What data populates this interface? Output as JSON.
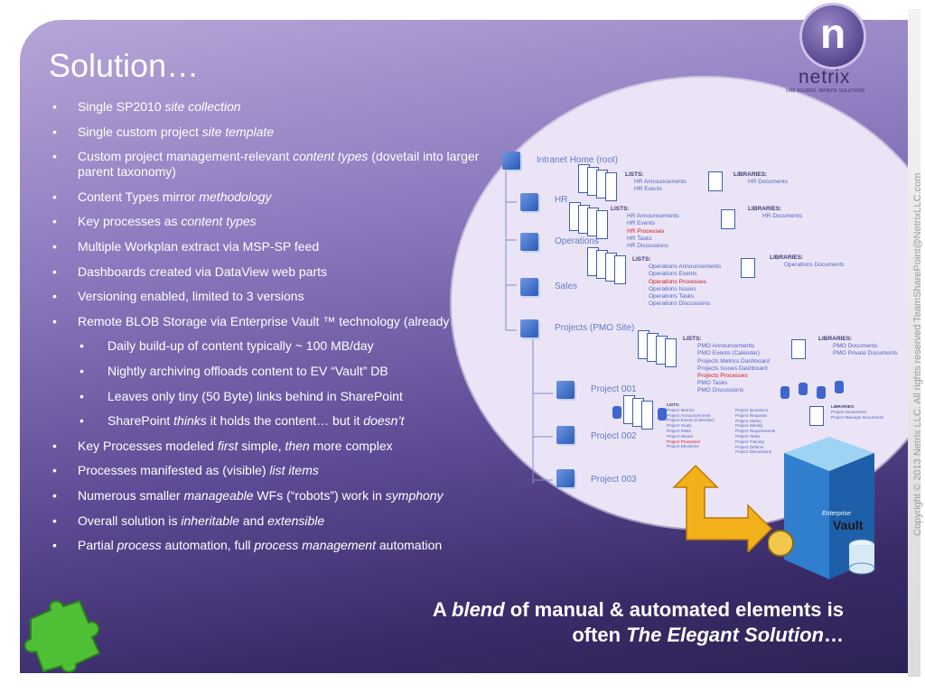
{
  "title": "Solution…",
  "bullets": [
    {
      "level": 1,
      "parts": [
        {
          "t": "Single SP2010 "
        },
        {
          "t": "site collection",
          "i": true
        }
      ]
    },
    {
      "level": 1,
      "parts": [
        {
          "t": "Single custom project "
        },
        {
          "t": "site template",
          "i": true
        }
      ]
    },
    {
      "level": 1,
      "parts": [
        {
          "t": "Custom project management-relevant "
        },
        {
          "t": "content types",
          "i": true
        },
        {
          "t": " (dovetail into larger parent taxonomy)"
        }
      ]
    },
    {
      "level": 1,
      "parts": [
        {
          "t": "Content Types mirror "
        },
        {
          "t": "methodology",
          "i": true
        }
      ]
    },
    {
      "level": 1,
      "parts": [
        {
          "t": "Key processes as "
        },
        {
          "t": "content types",
          "i": true
        }
      ]
    },
    {
      "level": 1,
      "parts": [
        {
          "t": "Multiple Workplan extract via MSP-SP feed"
        }
      ]
    },
    {
      "level": 1,
      "parts": [
        {
          "t": "Dashboards created via DataView web parts"
        }
      ]
    },
    {
      "level": 1,
      "parts": [
        {
          "t": "Versioning enabled, limited to 3 versions"
        }
      ]
    },
    {
      "level": 1,
      "parts": [
        {
          "t": "Remote BLOB Storage via Enterprise Vault ™ technology (already in-use)"
        }
      ]
    },
    {
      "level": 2,
      "parts": [
        {
          "t": "Daily build-up of content typically ~ 100 MB/day"
        }
      ]
    },
    {
      "level": 2,
      "parts": [
        {
          "t": "Nightly archiving offloads content to EV “Vault” DB"
        }
      ]
    },
    {
      "level": 2,
      "parts": [
        {
          "t": "Leaves only tiny (50 Byte) links behind in SharePoint"
        }
      ]
    },
    {
      "level": 2,
      "parts": [
        {
          "t": "SharePoint "
        },
        {
          "t": "thinks",
          "i": true
        },
        {
          "t": " it holds the content… but it "
        },
        {
          "t": "doesn’t",
          "i": true
        }
      ]
    },
    {
      "level": 1,
      "parts": [
        {
          "t": "Key Processes modeled "
        },
        {
          "t": "first",
          "i": true
        },
        {
          "t": " simple, "
        },
        {
          "t": "then",
          "i": true
        },
        {
          "t": " more complex"
        }
      ]
    },
    {
      "level": 1,
      "parts": [
        {
          "t": "Processes manifested as (visible) "
        },
        {
          "t": "list items",
          "i": true
        }
      ]
    },
    {
      "level": 1,
      "parts": [
        {
          "t": "Numerous smaller "
        },
        {
          "t": "manageable",
          "i": true
        },
        {
          "t": " WFs (“robots”) work in "
        },
        {
          "t": "symphony",
          "i": true
        }
      ]
    },
    {
      "level": 1,
      "parts": [
        {
          "t": "Overall solution is "
        },
        {
          "t": "inheritable",
          "i": true
        },
        {
          "t": " and "
        },
        {
          "t": "extensible",
          "i": true
        }
      ]
    },
    {
      "level": 1,
      "parts": [
        {
          "t": "Partial "
        },
        {
          "t": "process",
          "i": true
        },
        {
          "t": " automation, full "
        },
        {
          "t": "process management",
          "i": true
        },
        {
          "t": " automation"
        }
      ]
    }
  ],
  "tagline": {
    "line1": [
      {
        "t": "A "
      },
      {
        "t": "blend",
        "i": true
      },
      {
        "t": " of manual & automated elements is"
      }
    ],
    "line2": [
      {
        "t": "often "
      },
      {
        "t": "The Elegant Solution",
        "i": true
      },
      {
        "t": "…"
      }
    ]
  },
  "logo": {
    "letter": "n",
    "word": "netrix",
    "tagline": "ONE SOURCE. INFINITE SOLUTIONS"
  },
  "side_text": "Copyright © 2013 Netrix LLC. All rights reserved     TeamSharePoint@NetrixLLC.com",
  "diagram": {
    "sites": [
      "Intranet Home (root)",
      "HR",
      "Operations",
      "Sales",
      "Projects (PMO Site)",
      "Project 001",
      "Project 002",
      "Project 003",
      "…"
    ],
    "lists_label": "LISTS:",
    "libraries_label": "LIBRARIES:",
    "home_lists": [
      "HR Announcements",
      "HR Events"
    ],
    "home_libraries": [
      "HR Documents"
    ],
    "hr_lists": [
      "HR Announcements",
      "HR Events",
      "HR Processes",
      "HR Tasks",
      "HR Discussions"
    ],
    "hr_libraries": [
      "HR Documents"
    ],
    "ops_lists": [
      "Operations Announcements",
      "Operations Events",
      "Operations Processes",
      "Operations Issues",
      "Operations Tasks",
      "Operations Discussions"
    ],
    "ops_libraries": [
      "Operations Documents"
    ],
    "pmo_lists": [
      "PMO Announcements",
      "PMO Events (Calendar)",
      "Projects Metrics Dashboard",
      "Projects Issues Dashboard",
      "Projects Processes",
      "PMO Tasks",
      "PMO Discussions"
    ],
    "pmo_libraries": [
      "PMO Documents",
      "PMO Private Documents"
    ],
    "proj_lists_a": [
      "Project Metrics",
      "Project Announcements",
      "Project Events (Calendar)",
      "Project Goals",
      "Project Risks",
      "Project Issues",
      "Project Processes",
      "Project Decisions"
    ],
    "proj_lists_b": [
      "Project Questions",
      "Project Requests",
      "Project Status",
      "Project Weekly",
      "Project Requirements",
      "Project Tasks",
      "Project Training",
      "Project Defects",
      "Project Discussions"
    ],
    "proj_libraries": [
      "Project Documents",
      "Project Manager Documents"
    ]
  },
  "vault_label": "Vault",
  "vault_brand": "Enterprise"
}
